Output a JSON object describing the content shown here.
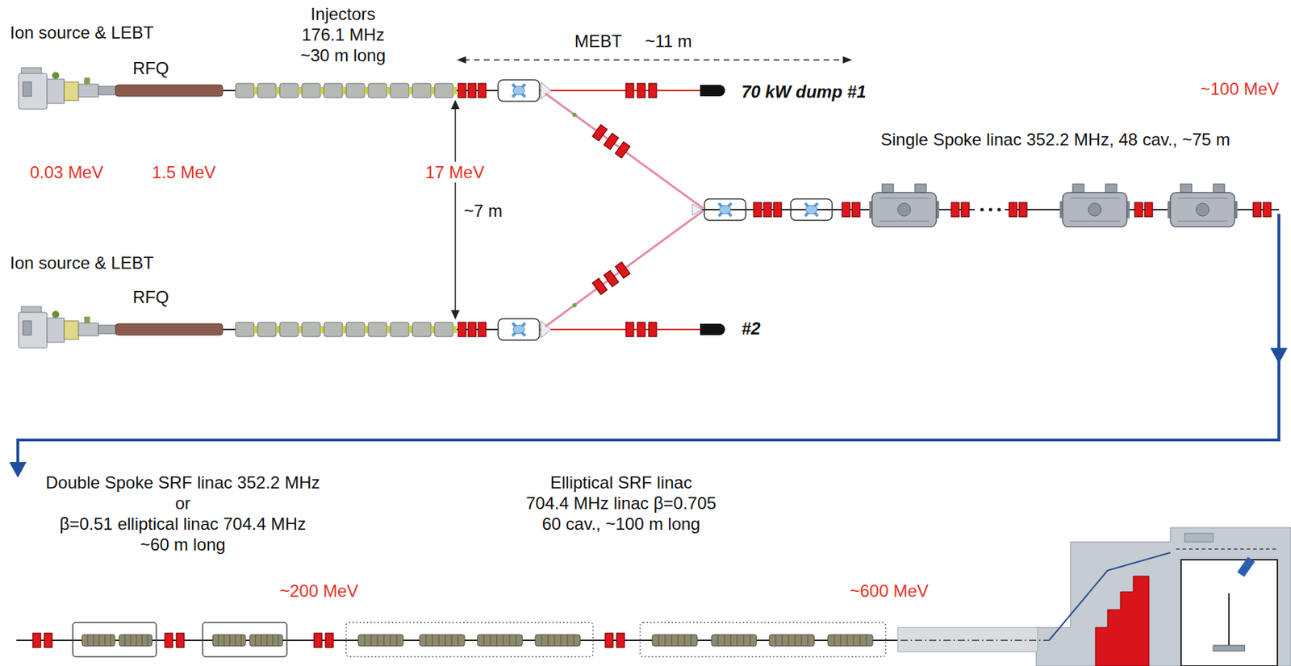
{
  "diagram": {
    "labels": [
      "Ion source & LEBT",
      "Injectors 176.1 MHz ~30 m long",
      "MEBT",
      "~11 m",
      "RFQ",
      "70 kW dump #1",
      "~100 MeV",
      "Single Spoke linac 352.2 MHz, 48 cav., ~75 m",
      "0.03 MeV",
      "1.5 MeV",
      "17 MeV",
      "~7 m",
      "Ion source & LEBT",
      "RFQ",
      "#2",
      "Double Spoke SRF linac 352.2 MHz or β=0.51 elliptical linac 704.4 MHz ~60 m long",
      "Elliptical SRF linac 704.4 MHz linac β=0.705 60 cav., ~100 m long",
      "~200 MeV",
      "~600 MeV"
    ]
  }
}
